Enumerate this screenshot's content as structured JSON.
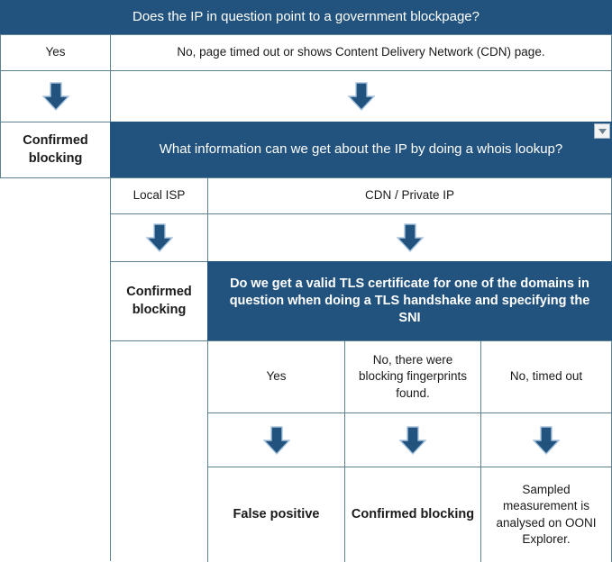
{
  "chart_data": {
    "type": "table",
    "title": "Does the IP in question point to a government blockpage?"
  },
  "flowchart": {
    "accent_color": "#22537f",
    "border_color": "#5c8291",
    "header": {
      "question": "Does the IP in question point to a government blockpage?"
    },
    "level1": {
      "answer_yes": "Yes",
      "answer_no": "No, page timed out or shows Content Delivery Network (CDN) page.",
      "arrow_left": "down-arrow",
      "arrow_right": "down-arrow",
      "outcome_yes": "Confirmed blocking",
      "question_whois": "What information can we get about the IP by doing a whois lookup?",
      "dropdown": "chevron-down-icon"
    },
    "level2": {
      "answer_local_isp": "Local ISP",
      "answer_cdn": "CDN / Private IP",
      "arrow_left": "down-arrow",
      "arrow_right": "down-arrow",
      "outcome_local_isp": "Confirmed blocking",
      "question_tls": "Do we get a valid TLS certificate for one of the domains in question when doing a TLS handshake and specifying the SNI"
    },
    "level3": {
      "answer_yes": "Yes",
      "answer_fingerprints": "No, there were blocking fingerprints found.",
      "answer_timeout": "No, timed out",
      "arrow_1": "down-arrow",
      "arrow_2": "down-arrow",
      "arrow_3": "down-arrow",
      "outcome_false_positive": "False positive",
      "outcome_confirmed": "Confirmed blocking",
      "outcome_sampled": "Sampled measurement is analysed on OONI Explorer."
    }
  }
}
